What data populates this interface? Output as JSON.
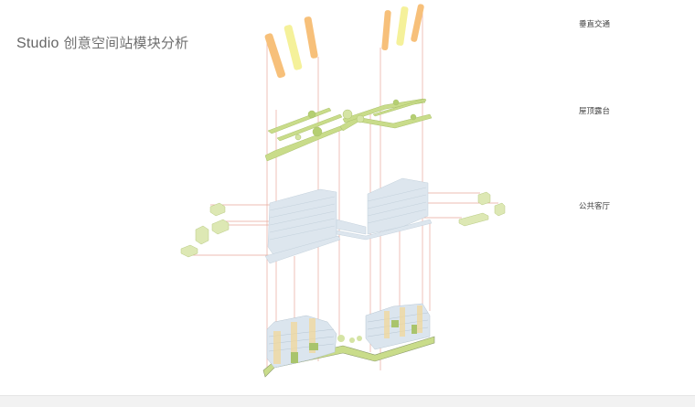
{
  "title": {
    "prefix": "Studio",
    "text": "创意空间站模块分析"
  },
  "layers": [
    {
      "id": "vertical-circulation",
      "label": "垂直交通"
    },
    {
      "id": "roof-terrace",
      "label": "屋顶露台"
    },
    {
      "id": "public-lounge",
      "label": "公共客厅"
    }
  ],
  "colors": {
    "circulation_orange": "#f7c07a",
    "circulation_yellow": "#f5f19a",
    "terrace_green": "#c9dc8a",
    "lounge_green": "#dde8b4",
    "building_blue": "#d8e4ee",
    "guide_line": "#e8a89a",
    "title_text": "#6f6f6f",
    "label_text": "#444444"
  }
}
